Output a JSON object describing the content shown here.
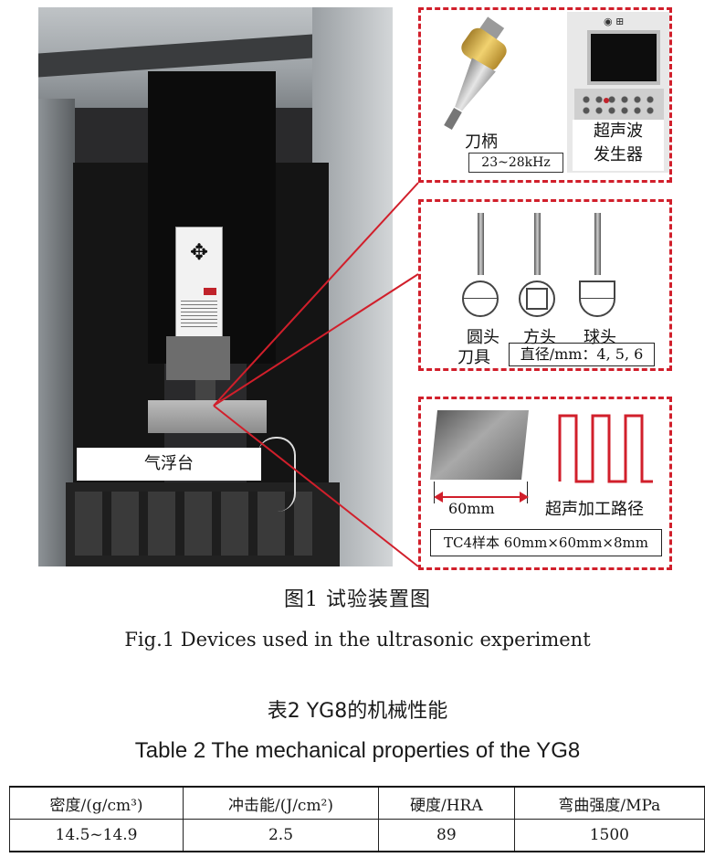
{
  "figure": {
    "air_table_label": "气浮台",
    "tool_holder_label": "刀柄",
    "frequency": "23~28kHz",
    "generator_label_line1": "超声波",
    "generator_label_line2": "发生器",
    "tools": [
      {
        "name": "圆头"
      },
      {
        "name": "方头"
      },
      {
        "name": "球头"
      }
    ],
    "tool_label": "刀具",
    "diameter": "直径/mm：4, 5, 6",
    "sample_width": "60mm",
    "path_label": "超声加工路径",
    "sample_label": "TC4样本 60mm×60mm×8mm",
    "colors": {
      "dash": "#d11f2b",
      "path": "#d11f2b"
    }
  },
  "captions": {
    "figure_cn": "图1    试验装置图",
    "figure_en": "Fig.1    Devices used in the ultrasonic experiment",
    "table_cn": "表2    YG8的机械性能",
    "table_en": "Table 2    The mechanical properties of the YG8"
  },
  "table": {
    "headers": [
      "密度/(g/cm³)",
      "冲击能/(J/cm²)",
      "硬度/HRA",
      "弯曲强度/MPa"
    ],
    "rows": [
      [
        "14.5~14.9",
        "2.5",
        "89",
        "1500"
      ]
    ]
  }
}
